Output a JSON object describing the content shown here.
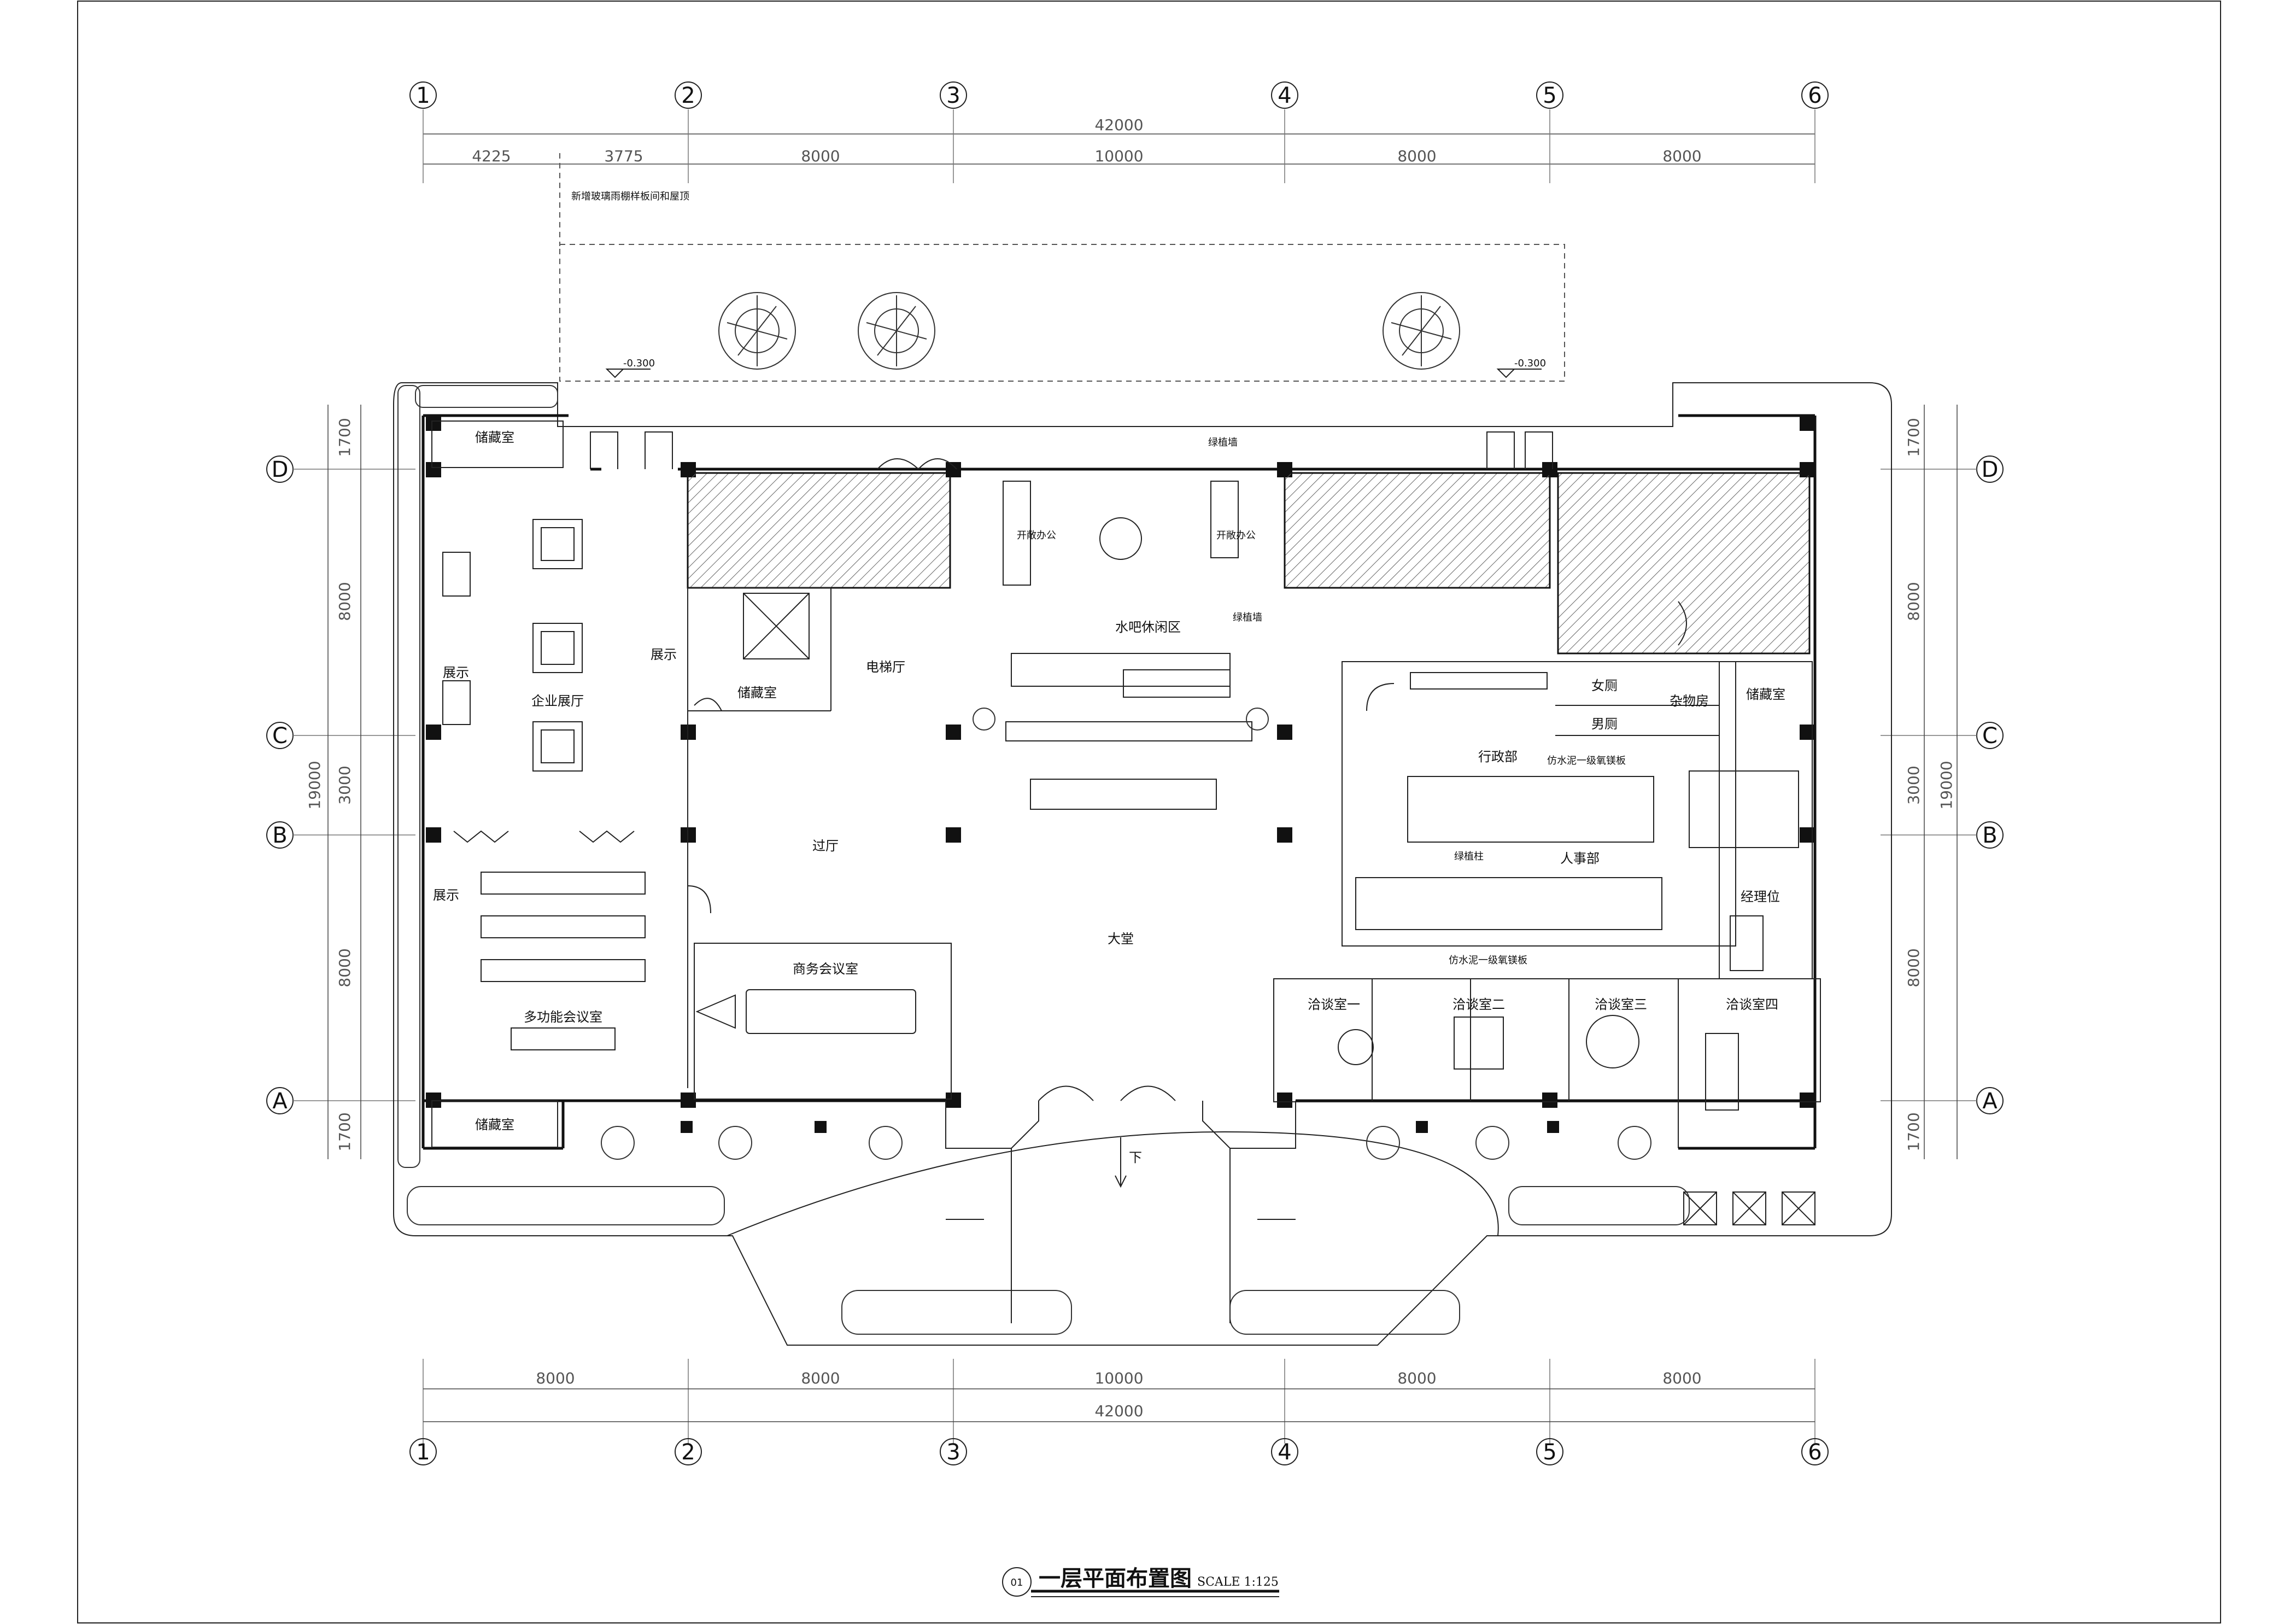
{
  "grid": {
    "columns": [
      "1",
      "2",
      "3",
      "4",
      "5",
      "6"
    ],
    "rows": [
      "D",
      "C",
      "B",
      "A"
    ]
  },
  "dimensions": {
    "top_total": "42000",
    "top_segments": [
      "4225",
      "3775",
      "8000",
      "10000",
      "8000",
      "8000"
    ],
    "bottom_total": "42000",
    "bottom_segments": [
      "8000",
      "8000",
      "10000",
      "8000",
      "8000"
    ],
    "side_segments": [
      "1700",
      "8000",
      "3000",
      "8000",
      "1700"
    ],
    "side_total": "19000"
  },
  "levels": [
    "-0.300",
    "-0.300"
  ],
  "notes": {
    "top_note": "新增玻璃雨棚样板间和屋顶",
    "entry_arrow": "下"
  },
  "rooms": {
    "storage_nw": "储藏室",
    "storage_sw": "储藏室",
    "storage_center": "储藏室",
    "storage_east": "储藏室",
    "exhibition_hall": "企业展厅",
    "display_1": "展示",
    "display_2": "展示",
    "display_3": "展示",
    "multi_meeting": "多功能会议室",
    "business_meeting": "商务会议室",
    "elevator_hall": "电梯厅",
    "corridor": "过厅",
    "lobby": "大堂",
    "water_bar": "水吧休闲区",
    "office_left": "开敞办公",
    "office_right": "开敞办公",
    "admin": "行政部",
    "hr": "人事部",
    "manager": "经理位",
    "toilet_w": "女厕",
    "toilet_m": "男厕",
    "utility": "杂物房",
    "nego_1": "洽谈室一",
    "nego_2": "洽谈室二",
    "nego_3": "洽谈室三",
    "nego_4": "洽谈室四",
    "plant_wall": "绿植墙",
    "plant_wall_2": "绿植墙",
    "green_column": "绿植柱",
    "partition_1": "仿水泥一级氧镁板",
    "partition_2": "仿水泥一级氧镁板"
  },
  "title": {
    "number": "01",
    "text": "一层平面布置图",
    "scale": "SCALE  1:125"
  }
}
